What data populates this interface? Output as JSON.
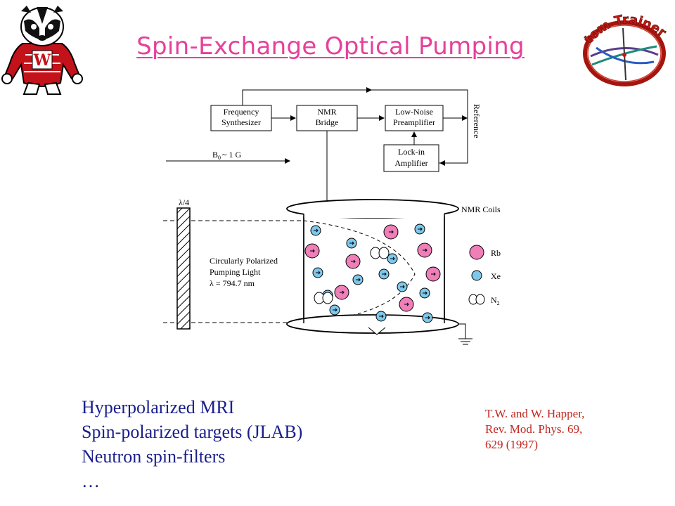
{
  "title": "Spin-Exchange Optical Pumping",
  "logo_text": "Atom Trainers",
  "diagram": {
    "blocks": {
      "frequency_synthesizer": [
        "Frequency",
        "Synthesizer"
      ],
      "nmr_bridge": [
        "NMR",
        "Bridge"
      ],
      "preamplifier": [
        "Low-Noise",
        "Preamplifier"
      ],
      "lockin": [
        "Lock-in",
        "Amplifier"
      ]
    },
    "reference_label": "Reference",
    "field_label": "B",
    "field_subscript": "0",
    "field_value": "~ 1 G",
    "waveplate_label": "λ/4",
    "coils_label": "NMR Coils",
    "light_label": [
      "Circularly Polarized",
      "Pumping Light",
      "λ = 794.7 nm"
    ],
    "legend": {
      "rb": "Rb",
      "xe": "Xe",
      "n2": "N",
      "n2_subscript": "2"
    }
  },
  "applications": [
    "Hyperpolarized MRI",
    "Spin-polarized targets (JLAB)",
    "Neutron spin-filters",
    "…"
  ],
  "reference": [
    "T.W. and W. Happer,",
    "Rev. Mod. Phys.  69,",
    "629 (1997)"
  ],
  "colors": {
    "title": "#e6419a",
    "applications": "#1a1f8c",
    "reference": "#c0261e",
    "rb": "#ef7fb8",
    "xe": "#7ec8ec",
    "mascot_red": "#c4121a"
  }
}
